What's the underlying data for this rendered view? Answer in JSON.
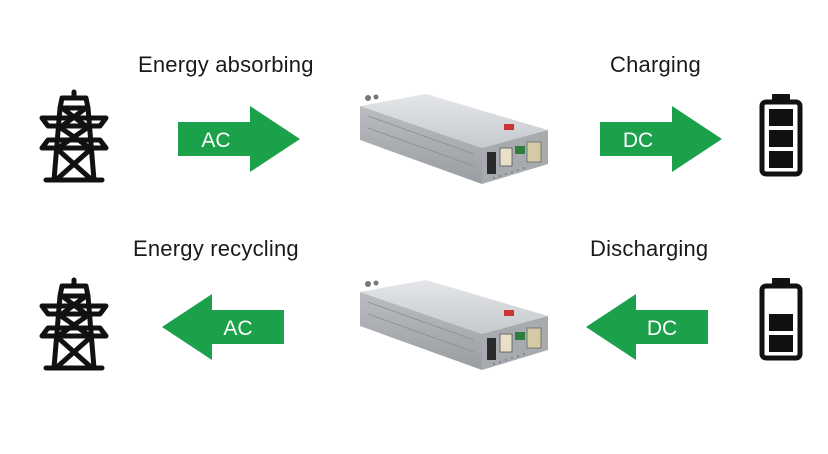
{
  "row1": {
    "label_left": "Energy absorbing",
    "label_right": "Charging",
    "arrow_left_text": "AC",
    "arrow_right_text": "DC",
    "tower_icon": "power-tower-icon",
    "battery_icon": "battery-full-icon"
  },
  "row2": {
    "label_left": "Energy recycling",
    "label_right": "Discharging",
    "arrow_left_text": "AC",
    "arrow_right_text": "DC",
    "tower_icon": "power-tower-icon",
    "battery_icon": "battery-low-icon"
  },
  "colors": {
    "arrow_green": "#1aa14a",
    "icon_black": "#111111",
    "device_silver": "#c9ccd0"
  }
}
